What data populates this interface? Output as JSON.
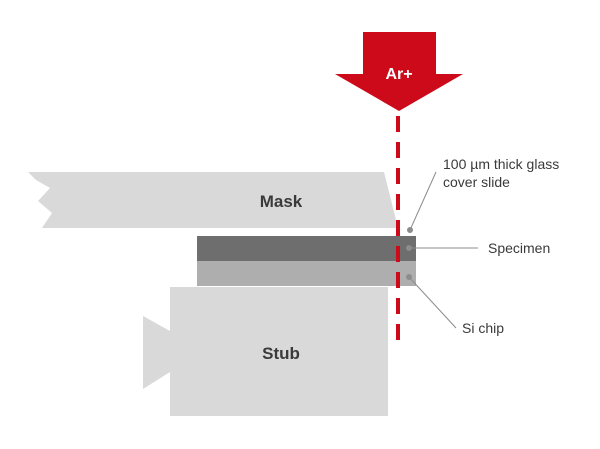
{
  "arrow": {
    "label": "Ar+",
    "color": "#cc0a1a"
  },
  "blocks": {
    "mask_label": "Mask",
    "stub_label": "Stub"
  },
  "callouts": {
    "glass_line1": "100 µm thick glass",
    "glass_line2": "cover slide",
    "specimen": "Specimen",
    "si_chip": "Si chip"
  },
  "colors": {
    "light_gray": "#d9d9d9",
    "specimen_gray": "#6e6e6e",
    "si_chip_gray": "#aeaeae",
    "leader_gray": "#8c8c8c",
    "text": "#3a3a3a"
  }
}
